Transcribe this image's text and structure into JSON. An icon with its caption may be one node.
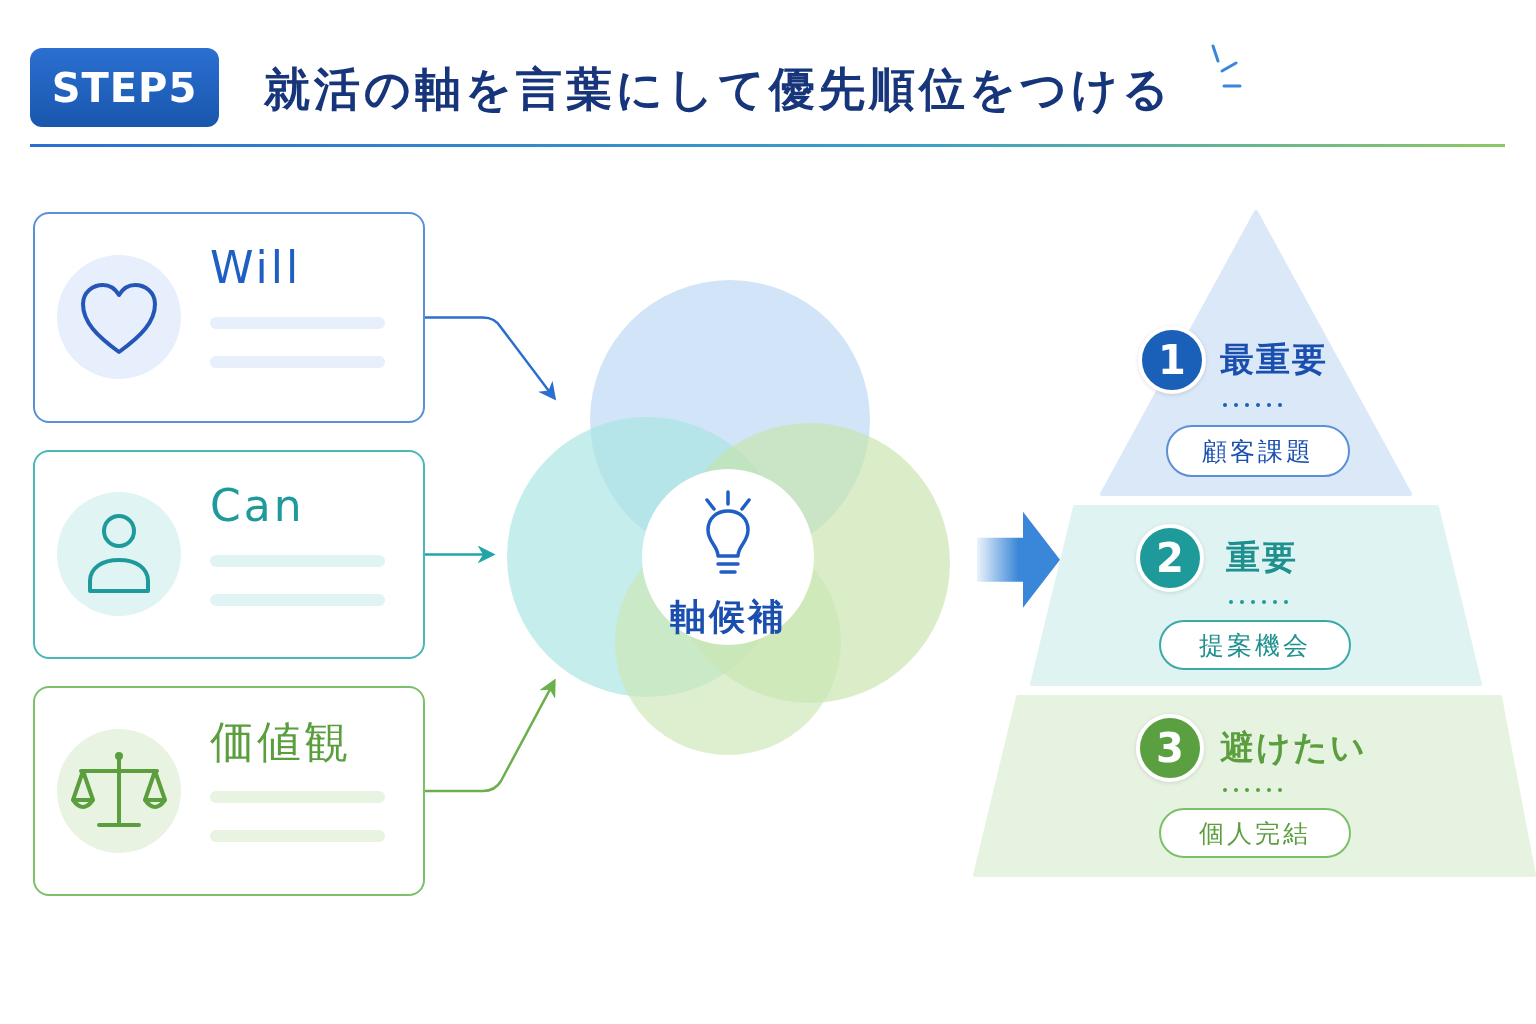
{
  "diagram": {
    "title": "就活の軸を言葉にして優先順位をつける",
    "nodes": [
      {
        "text": [
          "Will"
        ]
      },
      {
        "text": [
          "Can"
        ]
      },
      {
        "text": [
          "価値観"
        ]
      },
      {
        "text": [
          "軸候補"
        ]
      },
      {
        "text": [
          "1",
          "最重要",
          "顧客課題"
        ]
      },
      {
        "text": [
          "2",
          "重要",
          "提案機会"
        ]
      },
      {
        "text": [
          "3",
          "避けたい",
          "個人完結"
        ]
      }
    ],
    "edges": [
      {
        "from": 0,
        "to": 3,
        "arrow": "to",
        "color": "#2a6fd0"
      },
      {
        "from": 1,
        "to": 3,
        "arrow": "to",
        "color": "#22a5a8"
      },
      {
        "from": 2,
        "to": 3,
        "arrow": "to",
        "color": "#6ab04c"
      },
      {
        "from": 3,
        "to": 5,
        "arrow": "to",
        "style": "thick",
        "color": "#3a86d8"
      }
    ],
    "labels": [
      "STEP5"
    ]
  }
}
